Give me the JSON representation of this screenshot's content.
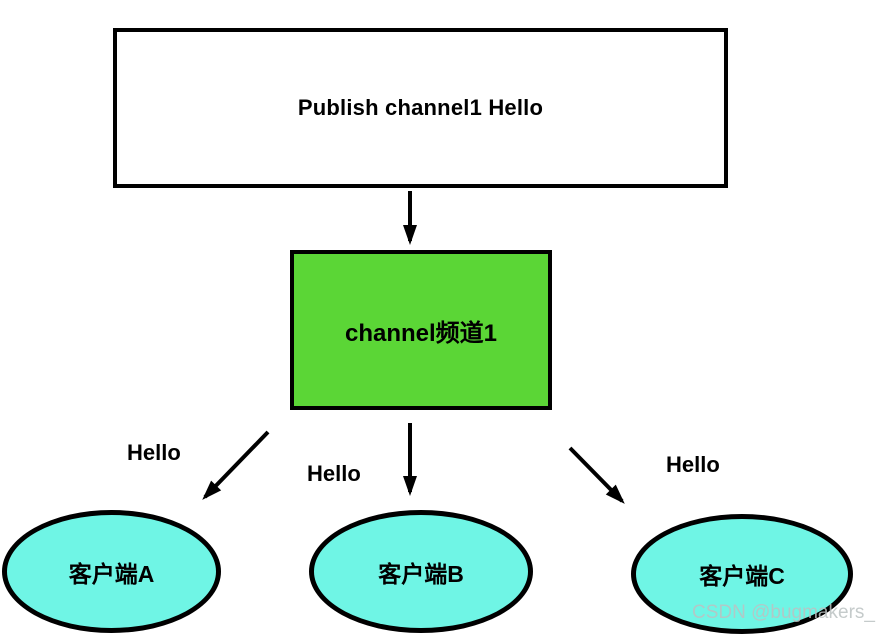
{
  "diagram": {
    "title_semantic": "redis-pub-sub-diagram",
    "publish_box": {
      "label": "Publish channel1 Hello"
    },
    "channel_box": {
      "label": "channel频道1"
    },
    "message_labels": [
      "Hello",
      "Hello",
      "Hello"
    ],
    "clients": [
      {
        "label": "客户端A"
      },
      {
        "label": "客户端B"
      },
      {
        "label": "客户端C"
      }
    ],
    "watermark": "CSDN @bugmakers_",
    "colors": {
      "background": "#FFFFFF",
      "channel_fill": "#5BD636",
      "client_fill": "#6FF5E5",
      "stroke": "#000000",
      "watermark_color": "#BCC2C2"
    }
  }
}
